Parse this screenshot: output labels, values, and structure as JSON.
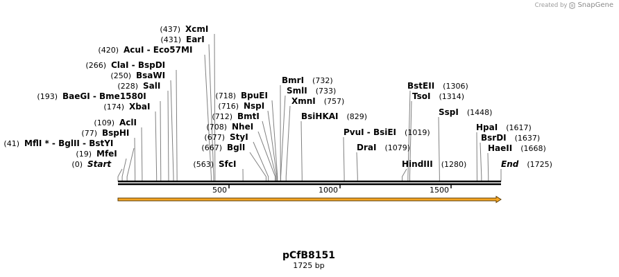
{
  "credit": {
    "created_by": "Created by",
    "brand": "SnapGene"
  },
  "plasmid": {
    "name": "pCfB8151",
    "length_label": "1725 bp",
    "length_bp": 1725
  },
  "ruler": {
    "ticks": [
      500,
      1000,
      1500
    ]
  },
  "features": [
    {
      "name": "orf-arrow",
      "start": 1,
      "end": 1725,
      "color": "#f5a623"
    }
  ],
  "sites": [
    {
      "name": "Start",
      "pos": 0,
      "pos_label": "(0)",
      "italic": true,
      "layout": "R"
    },
    {
      "name": "MfeI",
      "pos": 19,
      "pos_label": "(19)",
      "layout": "R"
    },
    {
      "name": "MflI *  -  BglII  -  BstYI",
      "pos": 41,
      "pos_label": "(41)",
      "layout": "R"
    },
    {
      "name": "BspHI",
      "pos": 77,
      "pos_label": "(77)",
      "layout": "R"
    },
    {
      "name": "AclI",
      "pos": 109,
      "pos_label": "(109)",
      "layout": "R"
    },
    {
      "name": "XbaI",
      "pos": 174,
      "pos_label": "(174)",
      "layout": "R"
    },
    {
      "name": "BaeGI  -  Bme1580I",
      "pos": 193,
      "pos_label": "(193)",
      "layout": "R"
    },
    {
      "name": "SalI",
      "pos": 228,
      "pos_label": "(228)",
      "layout": "R"
    },
    {
      "name": "BsaWI",
      "pos": 250,
      "pos_label": "(250)",
      "layout": "R"
    },
    {
      "name": "ClaI  -  BspDI",
      "pos": 266,
      "pos_label": "(266)",
      "layout": "R"
    },
    {
      "name": "AcuI  -  Eco57MI",
      "pos": 420,
      "pos_label": "(420)",
      "layout": "R"
    },
    {
      "name": "EarI",
      "pos": 431,
      "pos_label": "(431)",
      "layout": "R"
    },
    {
      "name": "XcmI",
      "pos": 437,
      "pos_label": "(437)",
      "layout": "R"
    },
    {
      "name": "SfcI",
      "pos": 563,
      "pos_label": "(563)",
      "layout": "R"
    },
    {
      "name": "BglI",
      "pos": 667,
      "pos_label": "(667)",
      "layout": "R"
    },
    {
      "name": "StyI",
      "pos": 677,
      "pos_label": "(677)",
      "layout": "R"
    },
    {
      "name": "NheI",
      "pos": 708,
      "pos_label": "(708)",
      "layout": "R"
    },
    {
      "name": "BmtI",
      "pos": 712,
      "pos_label": "(712)",
      "layout": "R"
    },
    {
      "name": "NspI",
      "pos": 716,
      "pos_label": "(716)",
      "layout": "R"
    },
    {
      "name": "BpuEI",
      "pos": 718,
      "pos_label": "(718)",
      "layout": "R"
    },
    {
      "name": "BmrI",
      "pos": 732,
      "pos_label": "(732)",
      "layout": "L"
    },
    {
      "name": "SmlI",
      "pos": 733,
      "pos_label": "(733)",
      "layout": "L"
    },
    {
      "name": "XmnI",
      "pos": 757,
      "pos_label": "(757)",
      "layout": "L"
    },
    {
      "name": "BsiHKAI",
      "pos": 829,
      "pos_label": "(829)",
      "layout": "L"
    },
    {
      "name": "PvuI  -  BsiEI",
      "pos": 1019,
      "pos_label": "(1019)",
      "layout": "L"
    },
    {
      "name": "DraI",
      "pos": 1079,
      "pos_label": "(1079)",
      "layout": "L"
    },
    {
      "name": "HindIII",
      "pos": 1280,
      "pos_label": "(1280)",
      "layout": "L"
    },
    {
      "name": "BstEII",
      "pos": 1306,
      "pos_label": "(1306)",
      "layout": "L"
    },
    {
      "name": "TsoI",
      "pos": 1314,
      "pos_label": "(1314)",
      "layout": "L"
    },
    {
      "name": "SspI",
      "pos": 1448,
      "pos_label": "(1448)",
      "layout": "L"
    },
    {
      "name": "HpaI",
      "pos": 1617,
      "pos_label": "(1617)",
      "layout": "L"
    },
    {
      "name": "BsrDI",
      "pos": 1637,
      "pos_label": "(1637)",
      "layout": "L"
    },
    {
      "name": "HaeII",
      "pos": 1668,
      "pos_label": "(1668)",
      "layout": "L"
    },
    {
      "name": "End",
      "pos": 1725,
      "pos_label": "(1725)",
      "italic": true,
      "layout": "L"
    }
  ]
}
